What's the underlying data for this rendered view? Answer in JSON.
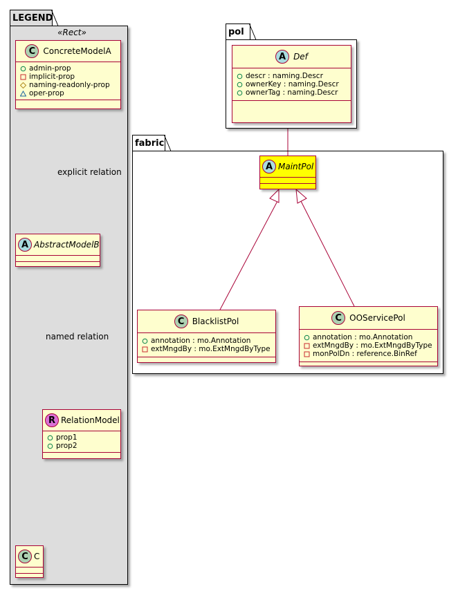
{
  "colors": {
    "class_fill": "#fefece",
    "class_border": "#a80036",
    "highlight_fill": "#ffff00",
    "legend_fill": "#dddddd",
    "spot_class": "#add1b2",
    "spot_abstract": "#a9dcdf",
    "spot_relation": "#da70d6",
    "vis_public": "#038048",
    "vis_private": "#c82930",
    "vis_package": "#b38d22",
    "vis_protected": "#1963a0"
  },
  "packages": {
    "legend": {
      "name": "LEGEND",
      "stereotype": "«Rect»",
      "classes": {
        "concrete_model_a": {
          "spot": "C",
          "name": "ConcreteModelA",
          "attributes": [
            {
              "visibility": "public",
              "text": "admin-prop"
            },
            {
              "visibility": "private",
              "text": "implicit-prop"
            },
            {
              "visibility": "package",
              "text": "naming-readonly-prop"
            },
            {
              "visibility": "protected",
              "text": "oper-prop"
            }
          ]
        },
        "abstract_model_b": {
          "spot": "A",
          "name": "AbstractModelB"
        },
        "relation_model": {
          "spot": "R",
          "name": "RelationModel",
          "attributes": [
            {
              "visibility": "public",
              "text": "prop1"
            },
            {
              "visibility": "public",
              "text": "prop2"
            }
          ]
        },
        "c": {
          "spot": "C",
          "name": "C"
        }
      },
      "relations": {
        "explicit": "explicit relation",
        "named": "named relation"
      }
    },
    "pol": {
      "name": "pol",
      "classes": {
        "def": {
          "spot": "A",
          "name": "Def",
          "attributes": [
            {
              "visibility": "public",
              "text": "descr : naming.Descr"
            },
            {
              "visibility": "public",
              "text": "ownerKey : naming.Descr"
            },
            {
              "visibility": "public",
              "text": "ownerTag : naming.Descr"
            }
          ]
        }
      }
    },
    "fabric": {
      "name": "fabric",
      "classes": {
        "maint_pol": {
          "spot": "A",
          "name": "MaintPol"
        },
        "blacklist_pol": {
          "spot": "C",
          "name": "BlacklistPol",
          "attributes": [
            {
              "visibility": "public",
              "text": "annotation : mo.Annotation"
            },
            {
              "visibility": "private",
              "text": "extMngdBy : mo.ExtMngdByType"
            }
          ]
        },
        "ooservice_pol": {
          "spot": "C",
          "name": "OOServicePol",
          "attributes": [
            {
              "visibility": "public",
              "text": "annotation : mo.Annotation"
            },
            {
              "visibility": "private",
              "text": "extMngdBy : mo.ExtMngdByType"
            },
            {
              "visibility": "private",
              "text": "monPolDn : reference.BinRef"
            }
          ]
        }
      }
    }
  }
}
